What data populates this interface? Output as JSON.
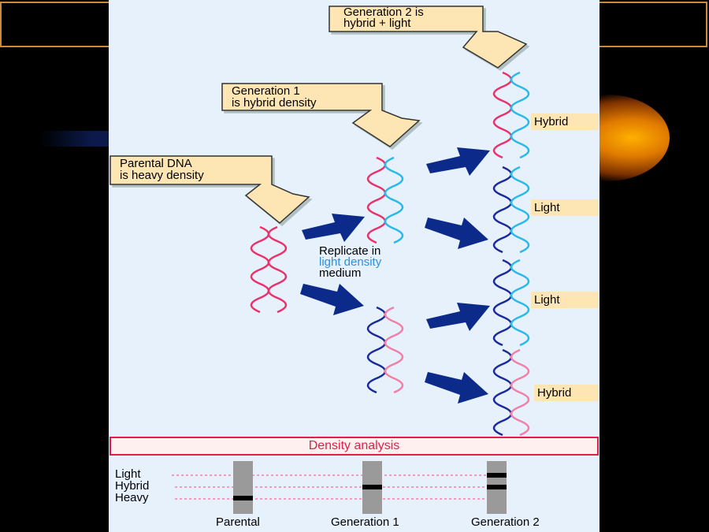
{
  "callouts": {
    "gen2": [
      "Generation 2 is",
      "hybrid + light"
    ],
    "gen1": [
      "Generation 1",
      "is hybrid density"
    ],
    "parental": [
      "Parental DNA",
      "is heavy density"
    ]
  },
  "replicate": {
    "line1": "Replicate in",
    "line2": "light density",
    "line3": "medium"
  },
  "tags": [
    "Hybrid",
    "Light",
    "Light",
    "Hybrid"
  ],
  "density_analysis": {
    "title": "Density analysis",
    "band_labels": [
      "Light",
      "Hybrid",
      "Heavy"
    ],
    "tubes": [
      "Parental",
      "Generation 1",
      "Generation 2"
    ]
  },
  "colors": {
    "heavy_strand": "#e8336a",
    "light_strand": "#2ab8e8",
    "new_dark": "#1a2a9a",
    "arrow": "#0b2a8a",
    "callout": "#fde6b4"
  }
}
